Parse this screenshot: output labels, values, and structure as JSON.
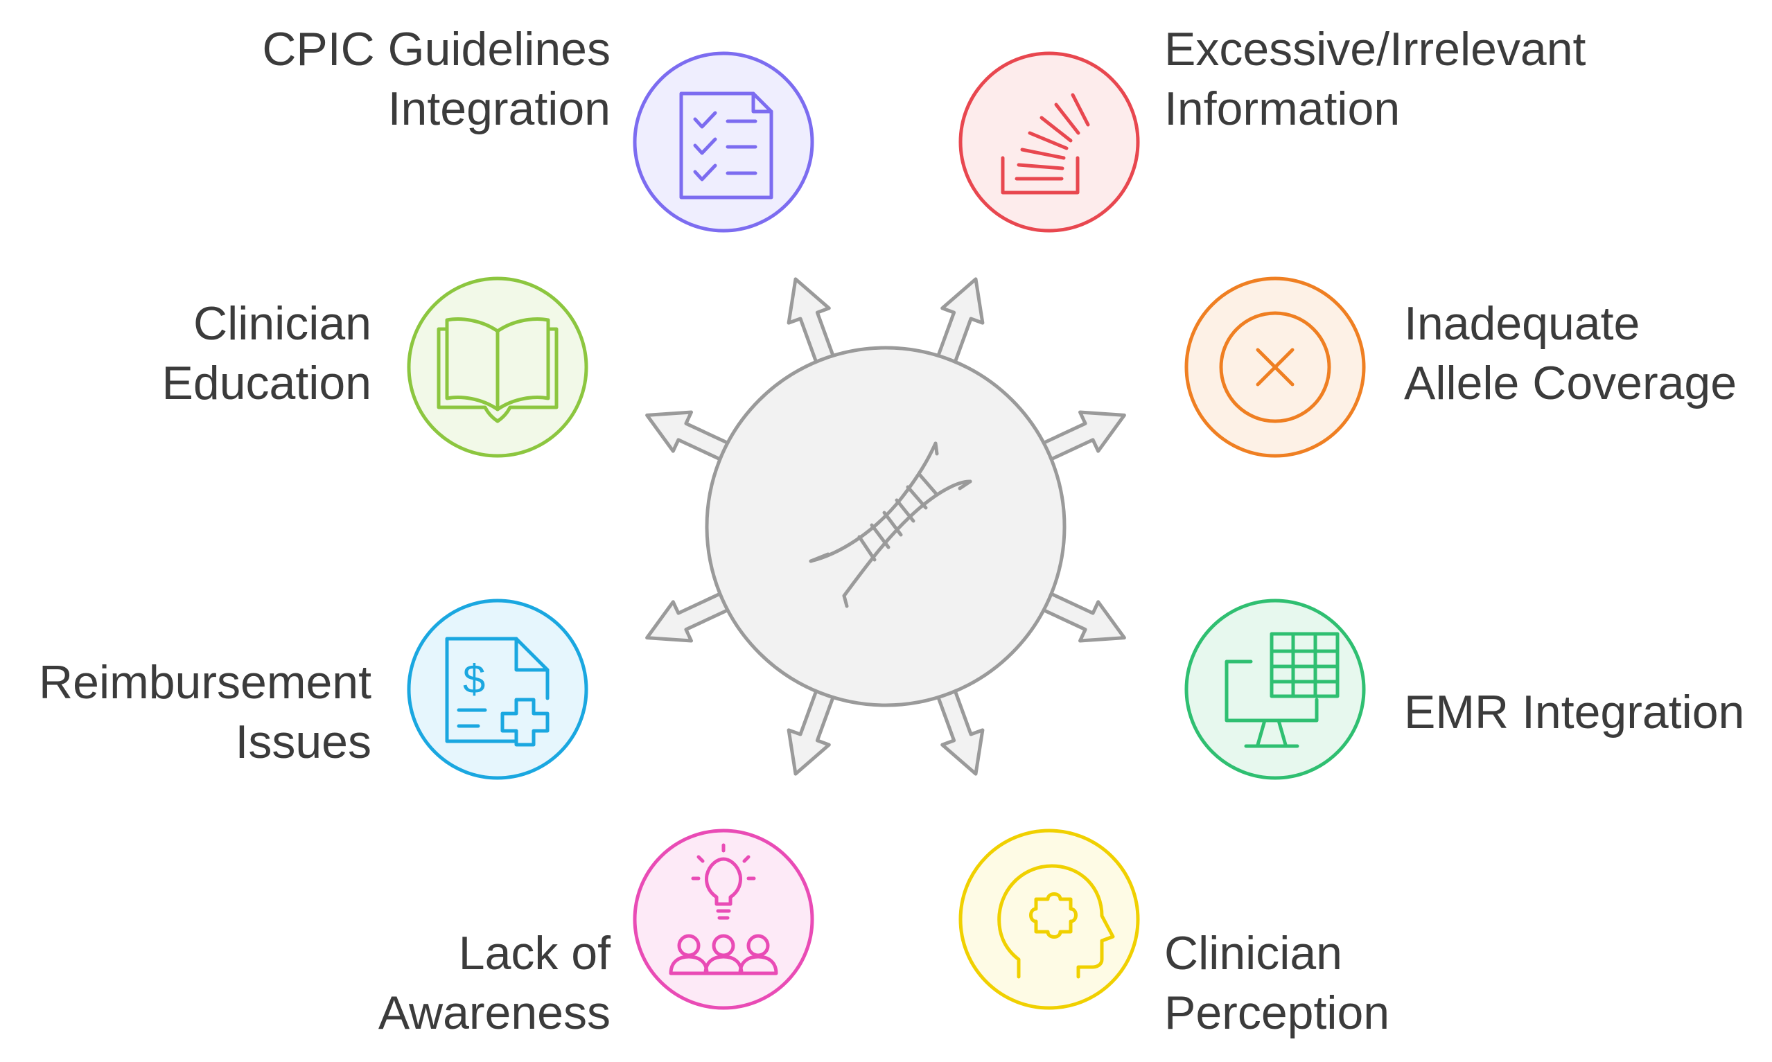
{
  "nodes": [
    {
      "id": "cpic-guidelines-integration",
      "lines": [
        "CPIC Guidelines",
        "Integration"
      ],
      "color": "#7c6cf0",
      "fill": "#efeefe",
      "icon": "checklist-icon"
    },
    {
      "id": "excessive-irrelevant-information",
      "lines": [
        "Excessive/Irrelevant",
        "Information"
      ],
      "color": "#e8474f",
      "fill": "#fdecec",
      "icon": "stack-overflow-icon"
    },
    {
      "id": "clinician-education",
      "lines": [
        "Clinician",
        "Education"
      ],
      "color": "#8cc63f",
      "fill": "#f2f9e8",
      "icon": "open-book-icon"
    },
    {
      "id": "inadequate-allele-coverage",
      "lines": [
        "Inadequate",
        "Allele Coverage"
      ],
      "color": "#ef7f22",
      "fill": "#fdf1e6",
      "icon": "x-circle-icon"
    },
    {
      "id": "reimbursement-issues",
      "lines": [
        "Reimbursement",
        "Issues"
      ],
      "color": "#1aa7e0",
      "fill": "#e6f6fd",
      "icon": "medical-bill-icon"
    },
    {
      "id": "emr-integration",
      "lines": [
        "EMR Integration"
      ],
      "color": "#2fbf71",
      "fill": "#e7f8ee",
      "icon": "monitor-spreadsheet-icon"
    },
    {
      "id": "lack-of-awareness",
      "lines": [
        "Lack of",
        "Awareness"
      ],
      "color": "#e94bb5",
      "fill": "#fdeaf7",
      "icon": "idea-people-icon"
    },
    {
      "id": "clinician-perception",
      "lines": [
        "Clinician",
        "Perception"
      ],
      "color": "#f0d000",
      "fill": "#fefbe5",
      "icon": "head-puzzle-icon"
    }
  ],
  "center": {
    "icon": "dna-icon",
    "fill": "#f2f2f2",
    "stroke": "#9a9a9a"
  }
}
